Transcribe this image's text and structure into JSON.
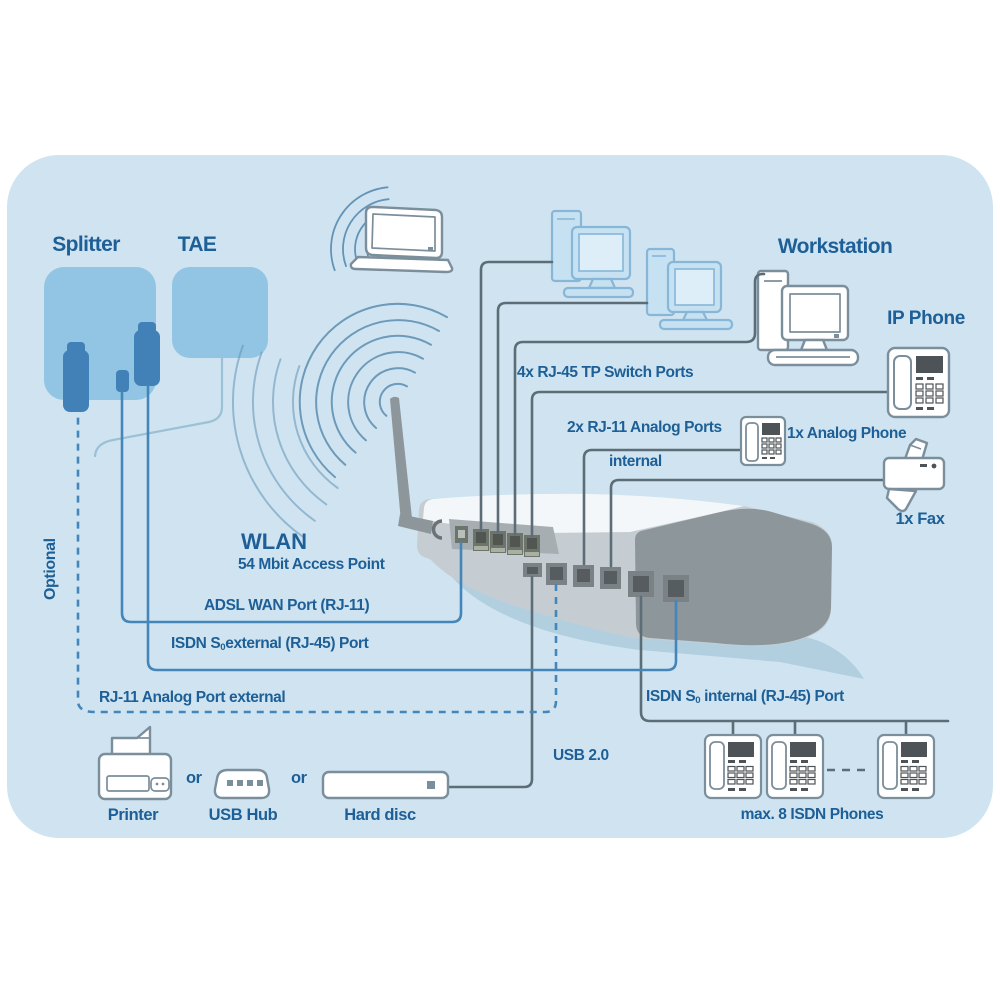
{
  "labels": {
    "splitter": "Splitter",
    "tae": "TAE",
    "workstation": "Workstation",
    "ip_phone": "IP Phone",
    "switch_ports": "4x RJ-45 TP Switch Ports",
    "analog_ports": "2x RJ-11 Analog Ports",
    "internal": "internal",
    "analog_phone": "1x Analog Phone",
    "fax": "1x Fax",
    "wlan": "WLAN",
    "wlan_sub": "54 Mbit Access Point",
    "adsl": "ADSL WAN Port (RJ-11)",
    "isdn_ext_prefix": "ISDN S",
    "isdn_ext_sub": "0",
    "isdn_ext_suffix": "external (RJ-45) Port",
    "optional": "Optional",
    "rj11_external": "RJ-11 Analog Port external",
    "usb": "USB 2.0",
    "isdn_int_prefix": "ISDN S",
    "isdn_int_sub": "0",
    "isdn_int_suffix": " internal (RJ-45) Port",
    "isdn_phones": "max. 8 ISDN Phones",
    "printer": "Printer",
    "or": "or",
    "usb_hub": "USB Hub",
    "hard_disc": "Hard disc"
  },
  "colors": {
    "panel_bg": "#cfe4f0",
    "text_blue": "#1d5f96",
    "line_blue": "#4586ba",
    "line_slate": "#5d6d78",
    "plate_blue": "#92c5e3",
    "plug_blue": "#4181b8",
    "tae_line": "#9cc0d6",
    "device_stroke": "#7b8e9b",
    "pc_fill": "#c5e1f2",
    "pc_stroke": "#87b6d6",
    "pc_screen": "#ddeef9",
    "dark_part": "#4d5356",
    "router_top": "#f3f7f9",
    "router_light": "#c6cdd2",
    "router_dark": "#8d969b",
    "strip": "#a7aeb2",
    "shadow": "#b2cfe0",
    "port_out": "#6d746b",
    "port_in": "#515750",
    "port_out2": "#7b8285",
    "port_in2": "#565c5f",
    "wifi": "#6393b6"
  }
}
